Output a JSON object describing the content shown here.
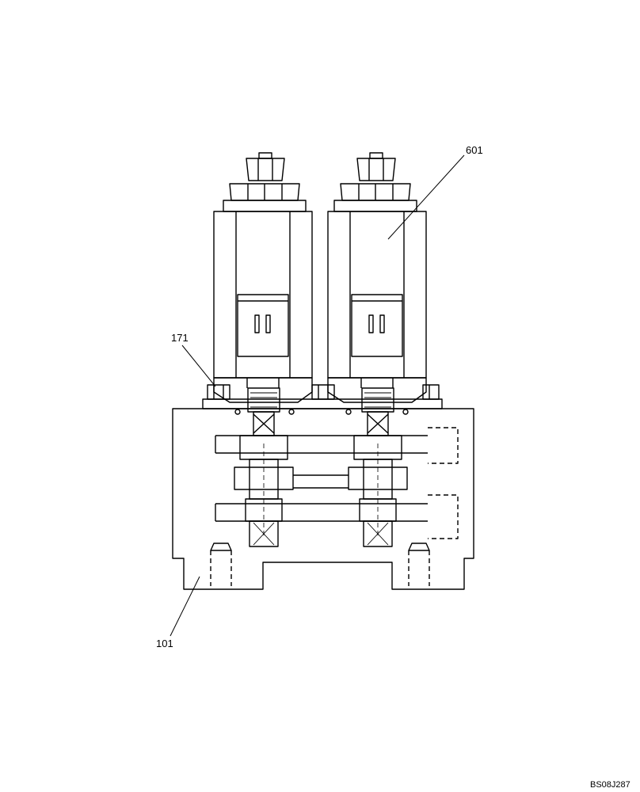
{
  "callouts": {
    "c601": "601",
    "c171": "171",
    "c101": "101"
  },
  "drawing_ref": "BS08J287",
  "colors": {
    "line": "#000000",
    "background": "#ffffff"
  }
}
